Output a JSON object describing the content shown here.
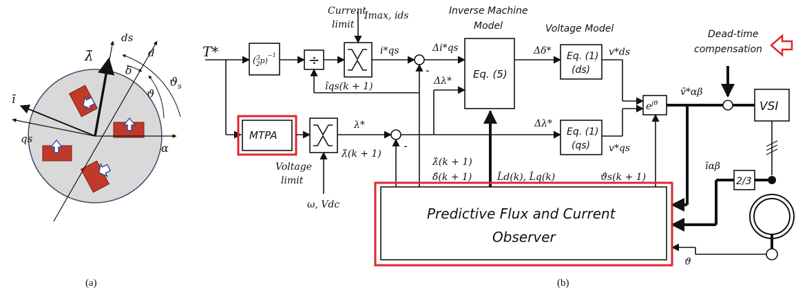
{
  "figure_a": {
    "axes": {
      "ds": "ds",
      "d": "d",
      "qs": "qs",
      "alpha": "α"
    },
    "angles": {
      "delta": "δ",
      "theta_s": "ϑ",
      "theta_s_sub": "s",
      "theta": "ϑ"
    },
    "vectors": {
      "lambda": "λ̄",
      "current": "ī"
    },
    "caption": "(a)"
  },
  "figure_b": {
    "input": "T*",
    "blocks": {
      "pole_pair_gain_a": "(",
      "pole_pair_gain_b": "3",
      "pole_pair_gain_c": "2",
      "pole_pair_gain_d": "p)",
      "pole_pair_gain_exp": "−1",
      "divider": "÷",
      "mtpa": "MTPA",
      "inverse_model": "Eq. (5)",
      "eq1_ds_line1": "Eq. (1)",
      "eq1_ds_line2": "(ds)",
      "eq1_qs_line1": "Eq. (1)",
      "eq1_qs_line2": "(qs)",
      "rotation": "e",
      "rotation_exp": "jϑ",
      "vsi": "VSI",
      "conv": "2/3",
      "observer_line1": "Predictive Flux and Current",
      "observer_line2": "Observer"
    },
    "titles": {
      "current_limit_1": "Current",
      "current_limit_2": "limit",
      "inverse_model_1": "Inverse Machine",
      "inverse_model_2": "Model",
      "voltage_model": "Voltage Model",
      "voltage_limit_1": "Voltage",
      "voltage_limit_2": "limit",
      "dead_time_1": "Dead-time",
      "dead_time_2": "compensation"
    },
    "signals": {
      "imax_ids": "Imax, ids",
      "iqs_ref": "i*qs",
      "delta_iqs": "Δi*qs",
      "iqs_hat": "îqs(k + 1)",
      "delta_lambda_top": "Δλ*",
      "delta_delta": "Δδ*",
      "vds": "v*ds",
      "vqs": "v*qs",
      "delta_lambda_bot": "Δλ*",
      "lambda_ref": "λ*",
      "lambda_hat": "λ̂(k + 1)",
      "omega_vdc": "ω, Vdc",
      "v_alpha_beta": "v̄*αβ",
      "obs_lambda": "λ̂(k + 1)",
      "obs_delta": "δ̂(k + 1)",
      "obs_inductance": "L̂d(k), L̂q(k)",
      "obs_theta": "ϑ̂s(k + 1)",
      "i_alpha_beta": "īαβ",
      "theta": "ϑ",
      "minus_1": "-",
      "minus_2": "-"
    },
    "caption": "(b)"
  }
}
